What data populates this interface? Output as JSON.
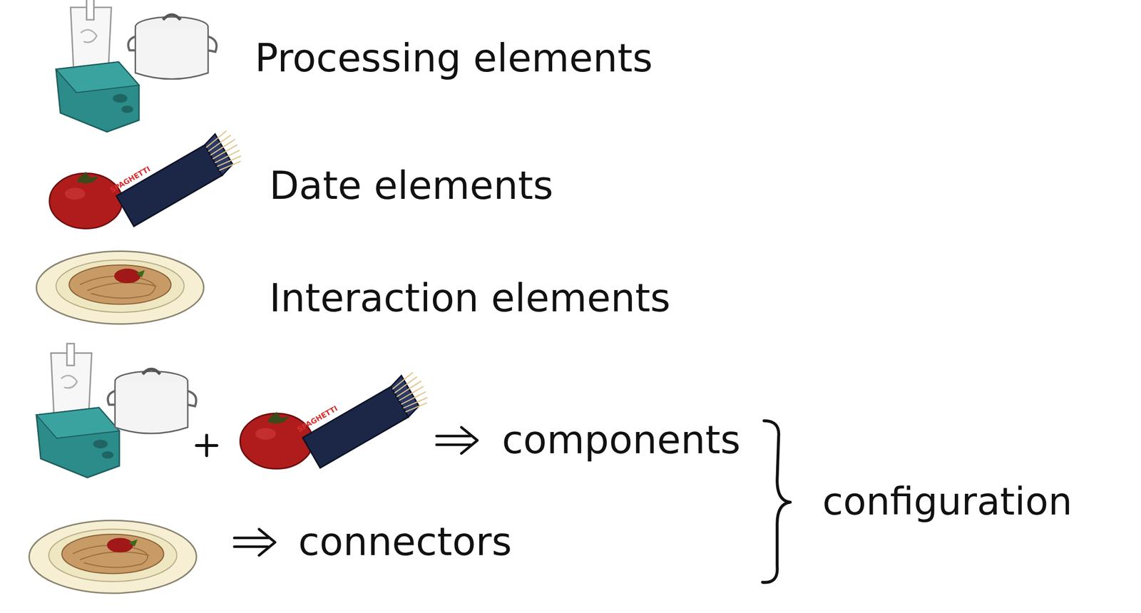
{
  "diagram": {
    "labels": [
      "Processing elements",
      "SPAGHETTI",
      "Date elements",
      "Interaction elements",
      "SPAGHETTI",
      "components",
      "connectors",
      "configuration"
    ]
  }
}
